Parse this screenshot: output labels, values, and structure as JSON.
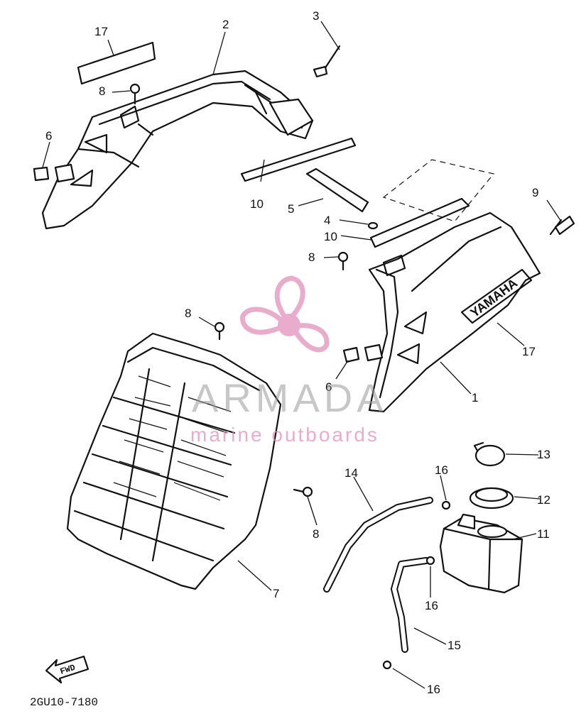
{
  "diagram": {
    "drawing_code": "2GU10-7180",
    "fwd_arrow_label": "FWD",
    "cover_brand_text": "YAMAHA",
    "part_numbers": [
      "1",
      "2",
      "3",
      "4",
      "5",
      "6",
      "7",
      "8",
      "9",
      "10",
      "11",
      "12",
      "13",
      "14",
      "15",
      "16",
      "17"
    ],
    "callouts": {
      "c17a": "17",
      "c2": "2",
      "c3": "3",
      "c8a": "8",
      "c6a": "6",
      "c10a": "10",
      "c5": "5",
      "c4": "4",
      "c10b": "10",
      "c8b": "8",
      "c9": "9",
      "c8c": "8",
      "c6b": "6",
      "c17b": "17",
      "c1": "1",
      "c13": "13",
      "c12": "12",
      "c14": "14",
      "c16a": "16",
      "c11": "11",
      "c8d": "8",
      "c7": "7",
      "c16b": "16",
      "c15": "15",
      "c16c": "16"
    }
  },
  "watermark": {
    "brand": "ARMADA",
    "tagline": "marine outboards",
    "logo": "propeller-logo",
    "color": "#e08ab8"
  }
}
